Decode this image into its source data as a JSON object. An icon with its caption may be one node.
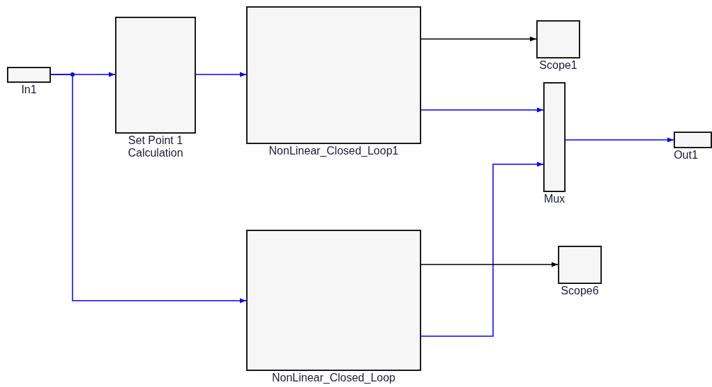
{
  "diagram": {
    "nodes": [
      {
        "text": [
          "In1"
        ]
      },
      {
        "text": [
          "Set Point 1 Calculation"
        ]
      },
      {
        "text": [
          "NonLinear_Closed_Loop1"
        ]
      },
      {
        "text": [
          "Scope1"
        ]
      },
      {
        "text": [
          "Mux"
        ]
      },
      {
        "text": [
          "Out1"
        ]
      },
      {
        "text": [
          "NonLinear_Closed_Loop"
        ]
      },
      {
        "text": [
          "Scope6"
        ]
      }
    ],
    "edges": [
      {
        "from": 0,
        "to": 1,
        "arrow": "to"
      },
      {
        "from": 0,
        "to": 6,
        "arrow": "to"
      },
      {
        "from": 1,
        "to": 2,
        "arrow": "to"
      },
      {
        "from": 2,
        "to": 3,
        "arrow": "to",
        "color": "#000000"
      },
      {
        "from": 2,
        "to": 4,
        "arrow": "to"
      },
      {
        "from": 4,
        "to": 5,
        "arrow": "to"
      },
      {
        "from": 6,
        "to": 4,
        "arrow": "to"
      },
      {
        "from": 6,
        "to": 7,
        "arrow": "to",
        "color": "#000000"
      }
    ]
  }
}
